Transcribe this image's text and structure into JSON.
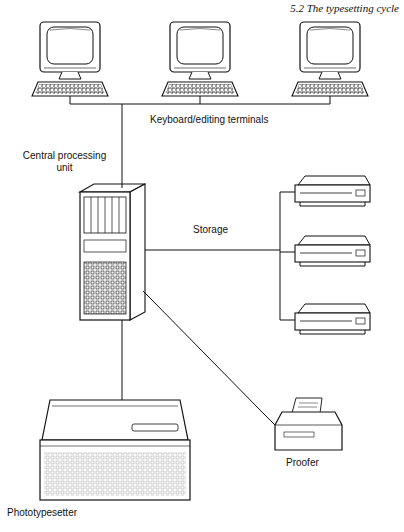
{
  "diagram": {
    "title": "5.2 The typesetting cycle",
    "nodes": [
      {
        "text": [
          "Keyboard/editing terminals"
        ]
      },
      {
        "text": [
          "Central processing unit"
        ]
      },
      {
        "text": [
          "Storage"
        ]
      },
      {
        "text": [
          "Phototypesetter"
        ]
      },
      {
        "text": [
          "Proofer"
        ]
      }
    ],
    "edges": [
      {
        "from": 0,
        "to": 1,
        "arrow": "none"
      },
      {
        "from": 1,
        "to": 2,
        "arrow": "none"
      },
      {
        "from": 1,
        "to": 3,
        "arrow": "none"
      },
      {
        "from": 1,
        "to": 4,
        "arrow": "none"
      }
    ]
  }
}
